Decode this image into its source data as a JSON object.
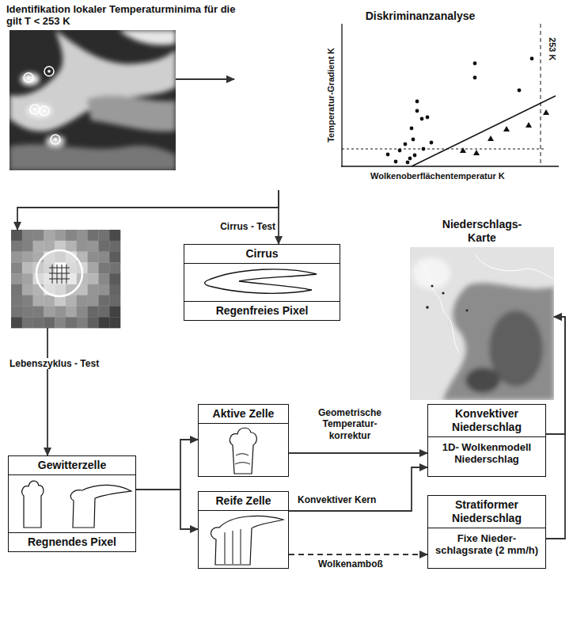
{
  "diagram": {
    "nodes": [
      {
        "text": [
          "Identifikation lokaler Temperaturminima für die gilt T < 253 K"
        ]
      },
      {
        "text": [
          "Diskriminanzanalyse"
        ]
      },
      {
        "text": []
      },
      {
        "text": [
          "Cirrus",
          "Regenfreies Pixel"
        ]
      },
      {
        "text": [
          "Niederschlags- Karte"
        ]
      },
      {
        "text": [
          "Gewitterzelle",
          "Regnendes Pixel"
        ]
      },
      {
        "text": [
          "Aktive Zelle"
        ]
      },
      {
        "text": [
          "Konvektiver Niederschlag",
          "1D- Wolkenmodell Niederschlag"
        ]
      },
      {
        "text": [
          "Reife Zelle"
        ]
      },
      {
        "text": [
          "Stratiformer Niederschlag",
          "Fixe Nieder- schlagsrate (2 mm/h)"
        ]
      }
    ],
    "edges": [
      {
        "from": 0,
        "to": 1,
        "arrow": "to"
      },
      {
        "from": 1,
        "to": 2,
        "arrow": "to"
      },
      {
        "from": 1,
        "to": 3,
        "arrow": "to",
        "label": "Cirrus - Test"
      },
      {
        "from": 2,
        "to": 5,
        "arrow": "to",
        "label": "Lebenszyklus - Test"
      },
      {
        "from": 5,
        "to": 6,
        "arrow": "to"
      },
      {
        "from": 5,
        "to": 8,
        "arrow": "to"
      },
      {
        "from": 6,
        "to": 7,
        "arrow": "to",
        "label": "Geometrische Temperatur- korrektur"
      },
      {
        "from": 8,
        "to": 7,
        "arrow": "to",
        "label": "Konvektiver Kern"
      },
      {
        "from": 8,
        "to": 9,
        "arrow": "to",
        "label": "Wolkenamboß"
      },
      {
        "from": 7,
        "to": 4,
        "arrow": "to"
      },
      {
        "from": 9,
        "to": 4,
        "arrow": "to"
      }
    ],
    "labels": [
      "Temperatur-Gradient K",
      "Wolkenoberflächentemperatur K",
      "253 K"
    ]
  }
}
